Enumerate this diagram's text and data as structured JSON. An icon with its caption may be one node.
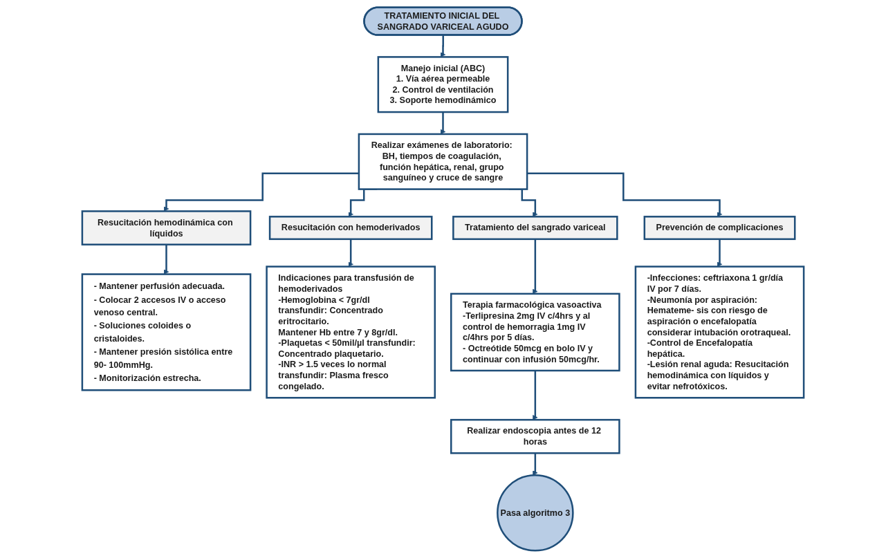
{
  "diagram": {
    "nodes": [
      {
        "text": [
          "TRATAMIENTO INICIAL DEL SANGRADO VARICEAL AGUDO"
        ]
      },
      {
        "text": [
          "Manejo inicial (ABC)",
          "1. Vía aérea permeable",
          "2. Control de ventilación",
          "3. Soporte hemodinámico"
        ]
      },
      {
        "text": [
          "Realizar exámenes de laboratorio: BH, tiempos de coagulación, función hepática, renal, grupo sanguíneo y cruce de sangre"
        ]
      },
      {
        "text": [
          "Resucitación hemodinámica con líquidos"
        ]
      },
      {
        "text": [
          "Resucitación con hemoderivados"
        ]
      },
      {
        "text": [
          "Tratamiento del sangrado variceal"
        ]
      },
      {
        "text": [
          "Prevención de complicaciones"
        ]
      },
      {
        "text": [
          "- Mantener perfusión adecuada.",
          "- Colocar 2 accesos IV o acceso venoso central.",
          "- Soluciones coloides o cristaloides.",
          "- Mantener presión sistólica entre 90- 100mmHg.",
          "- Monitorización estrecha."
        ]
      },
      {
        "text": [
          "Indicaciones para transfusión de hemoderivados",
          "-Hemoglobina < 7gr/dl transfundir: Concentrado eritrocitario.",
          "Mantener Hb entre 7 y 8gr/dl.",
          "-Plaquetas < 50mil/µl transfundir: Concentrado plaquetario.",
          "-INR > 1.5 veces lo normal transfundir: Plasma fresco congelado."
        ]
      },
      {
        "text": [
          "Terapia farmacológica vasoactiva",
          "-Terlipresina 2mg IV c/4hrs y al control de hemorragia 1mg IV c/4hrs por 5 días.",
          "- Octreótide 50mcg en bolo IV y continuar con infusión 50mcg/hr."
        ]
      },
      {
        "text": [
          "-Infecciones: ceftriaxona 1 gr/día IV por 7 días.",
          "-Neumonía por aspiración: Hemateme- sis con riesgo de aspiración o encefalopatía considerar intubación orotraqueal.",
          "-Control de Encefalopatía hepática.",
          "-Lesión renal aguda: Resucitación hemodinámica con líquidos y evitar nefrotóxicos."
        ]
      },
      {
        "text": [
          "Realizar endoscopia antes de 12 horas"
        ]
      },
      {
        "text": [
          "Pasa algoritmo 3"
        ]
      }
    ],
    "edges": [
      {
        "from": 0,
        "to": 1,
        "arrow": "to"
      },
      {
        "from": 1,
        "to": 2,
        "arrow": "to"
      },
      {
        "from": 2,
        "to": 3,
        "arrow": "to"
      },
      {
        "from": 2,
        "to": 4,
        "arrow": "to"
      },
      {
        "from": 2,
        "to": 5,
        "arrow": "to"
      },
      {
        "from": 2,
        "to": 6,
        "arrow": "to"
      },
      {
        "from": 3,
        "to": 7,
        "arrow": "to"
      },
      {
        "from": 4,
        "to": 8,
        "arrow": "to"
      },
      {
        "from": 5,
        "to": 9,
        "arrow": "to"
      },
      {
        "from": 6,
        "to": 10,
        "arrow": "to"
      },
      {
        "from": 9,
        "to": 11,
        "arrow": "to"
      },
      {
        "from": 11,
        "to": 12,
        "arrow": "to"
      }
    ]
  }
}
